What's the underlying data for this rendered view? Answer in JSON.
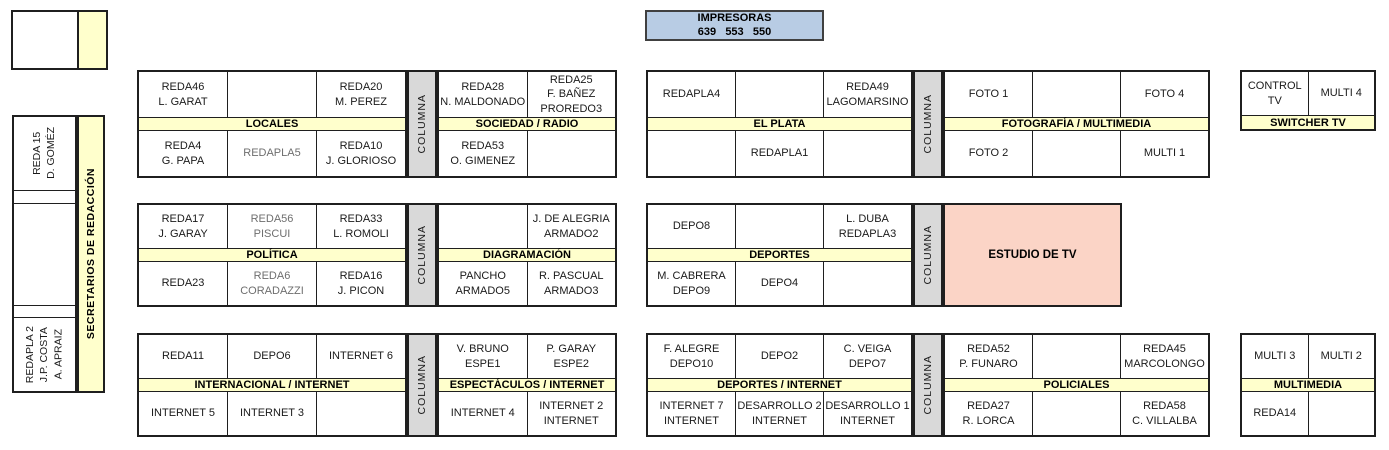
{
  "labels": {
    "columna": "COLUMNA"
  },
  "printer_box": {
    "line1": "IMPRESORAS",
    "line2": "639   553   550"
  },
  "sidebar": {
    "desk_top": "REDA 15\nD. GOMÉZ",
    "desk_bottom": "REDAPLA 2\nJ.P. COSTA\nA. APRAIZ",
    "secretaries": "SECRETARIOS DE REDACCIÓN"
  },
  "estudio": {
    "label": "ESTUDIO DE TV"
  },
  "colors": {
    "section_band": "#ffffcc",
    "pillar": "#d9d9d9",
    "printer_box": "#b8cce4",
    "studio": "#fbd4c6",
    "muted_text": "#6e6e6e"
  },
  "groups": [
    {
      "id": "locales",
      "label": "LOCALES",
      "top_cells": [
        {
          "text": "REDA46\nL. GARAT"
        },
        {
          "text": ""
        },
        {
          "text": "REDA20\nM. PEREZ"
        }
      ],
      "bottom_cells": [
        {
          "text": "REDA4\nG. PAPA"
        },
        {
          "text": "REDAPLA5",
          "muted": true
        },
        {
          "text": "REDA10\nJ. GLORIOSO"
        }
      ]
    },
    {
      "id": "sociedad-radio",
      "label": "SOCIEDAD / RADIO",
      "top_cells": [
        {
          "text": "REDA28\nN. MALDONADO"
        },
        {
          "text": "REDA25\nF. BAÑEZ\nPROREDO3"
        }
      ],
      "bottom_cells": [
        {
          "text": "REDA53\nO. GIMENEZ"
        },
        {
          "text": ""
        }
      ]
    },
    {
      "id": "el-plata",
      "label": "EL PLATA",
      "top_cells": [
        {
          "text": "REDAPLA4"
        },
        {
          "text": ""
        },
        {
          "text": "REDA49\nLAGOMARSINO"
        }
      ],
      "bottom_cells": [
        {
          "text": ""
        },
        {
          "text": "REDAPLA1"
        },
        {
          "text": ""
        }
      ]
    },
    {
      "id": "fotografia-multimedia",
      "label": "FOTOGRAFÍA / MULTIMEDIA",
      "top_cells": [
        {
          "text": "FOTO 1"
        },
        {
          "text": ""
        },
        {
          "text": "FOTO 4"
        }
      ],
      "bottom_cells": [
        {
          "text": "FOTO 2"
        },
        {
          "text": ""
        },
        {
          "text": "MULTI 1"
        }
      ]
    },
    {
      "id": "switcher-tv",
      "label": "SWITCHER TV",
      "top_cells": [
        {
          "text": "CONTROL TV"
        },
        {
          "text": "MULTI 4"
        }
      ]
    },
    {
      "id": "politica",
      "label": "POLÍTICA",
      "top_cells": [
        {
          "text": "REDA17\nJ. GARAY"
        },
        {
          "text": "REDA56\nPISCUI",
          "muted": true
        },
        {
          "text": "REDA33\nL. ROMOLI"
        }
      ],
      "bottom_cells": [
        {
          "text": "REDA23"
        },
        {
          "text": "REDA6\nCORADAZZI",
          "muted": true
        },
        {
          "text": "REDA16\nJ. PICON"
        }
      ]
    },
    {
      "id": "diagramacion",
      "label": "DIAGRAMACIÓN",
      "top_cells": [
        {
          "text": ""
        },
        {
          "text": "J. DE ALEGRIA\nARMADO2"
        }
      ],
      "bottom_cells": [
        {
          "text": "PANCHO\nARMADO5"
        },
        {
          "text": "R. PASCUAL\nARMADO3"
        }
      ]
    },
    {
      "id": "deportes",
      "label": "DEPORTES",
      "top_cells": [
        {
          "text": "DEPO8"
        },
        {
          "text": ""
        },
        {
          "text": "L. DUBA\nREDAPLA3"
        }
      ],
      "bottom_cells": [
        {
          "text": "M. CABRERA\nDEPO9"
        },
        {
          "text": "DEPO4"
        },
        {
          "text": ""
        }
      ]
    },
    {
      "id": "internacional-internet",
      "label": "INTERNACIONAL / INTERNET",
      "top_cells": [
        {
          "text": "REDA11"
        },
        {
          "text": "DEPO6"
        },
        {
          "text": "INTERNET 6"
        }
      ],
      "bottom_cells": [
        {
          "text": "INTERNET 5"
        },
        {
          "text": "INTERNET 3"
        },
        {
          "text": ""
        }
      ]
    },
    {
      "id": "espectaculos-internet",
      "label": "ESPECTÁCULOS / INTERNET",
      "top_cells": [
        {
          "text": "V. BRUNO\nESPE1"
        },
        {
          "text": "P. GARAY\nESPE2"
        }
      ],
      "bottom_cells": [
        {
          "text": "INTERNET 4"
        },
        {
          "text": "INTERNET 2\nINTERNET"
        }
      ]
    },
    {
      "id": "deportes-internet",
      "label": "DEPORTES / INTERNET",
      "top_cells": [
        {
          "text": "F. ALEGRE\nDEPO10"
        },
        {
          "text": "DEPO2"
        },
        {
          "text": "C. VEIGA\nDEPO7"
        }
      ],
      "bottom_cells": [
        {
          "text": "INTERNET 7\nINTERNET"
        },
        {
          "text": "DESARROLLO 2\nINTERNET"
        },
        {
          "text": "DESARROLLO 1\nINTERNET"
        }
      ]
    },
    {
      "id": "policiales",
      "label": "POLICIALES",
      "top_cells": [
        {
          "text": "REDA52\nP. FUNARO"
        },
        {
          "text": ""
        },
        {
          "text": "REDA45\nMARCOLONGO"
        }
      ],
      "bottom_cells": [
        {
          "text": "REDA27\nR. LORCA"
        },
        {
          "text": ""
        },
        {
          "text": "REDA58\nC. VILLALBA"
        }
      ]
    },
    {
      "id": "multimedia",
      "label": "MULTIMEDIA",
      "top_cells": [
        {
          "text": "MULTI 3"
        },
        {
          "text": "MULTI 2"
        }
      ],
      "bottom_cells": [
        {
          "text": "REDA14"
        },
        {
          "text": ""
        }
      ]
    }
  ]
}
